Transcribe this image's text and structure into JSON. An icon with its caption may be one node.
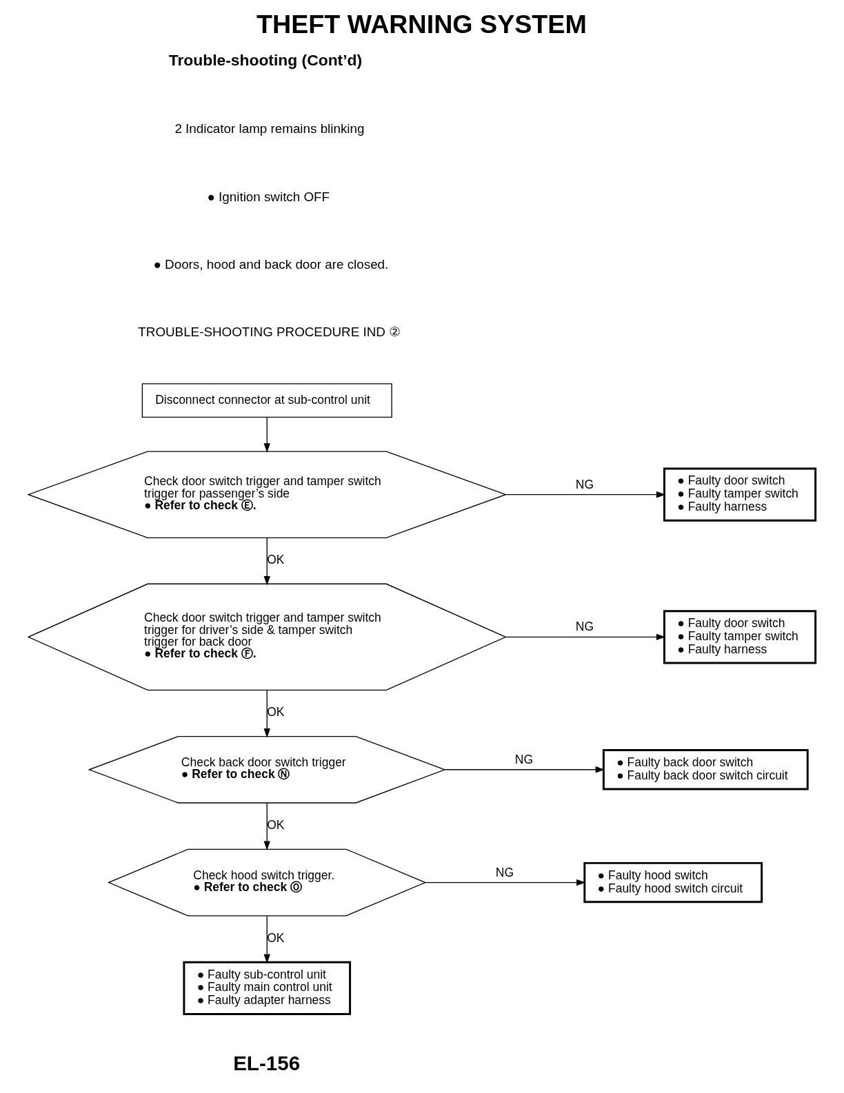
{
  "diagram": {
    "title": "THEFT WARNING SYSTEM",
    "nodes": [
      {
        "text": [
          "Disconnect connector at sub-control unit"
        ]
      },
      {
        "text": [
          "Check door switch trigger and tamper switch trigger for passenger’s side",
          "● Refer to check Ⓔ."
        ]
      },
      {
        "text": [
          "● Faulty door switch",
          "● Faulty tamper switch",
          "● Faulty harness"
        ]
      },
      {
        "text": [
          "Check door switch trigger and tamper switch trigger for driver’s side & tamper switch trigger for back door",
          "● Refer to check Ⓕ."
        ]
      },
      {
        "text": [
          "● Faulty door switch",
          "● Faulty tamper switch",
          "● Faulty harness"
        ]
      },
      {
        "text": [
          "Check back door switch trigger",
          "● Refer to check Ⓝ"
        ]
      },
      {
        "text": [
          "● Faulty back door switch",
          "● Faulty back door switch circuit"
        ]
      },
      {
        "text": [
          "Check hood switch trigger.",
          "● Refer to check Ⓞ"
        ]
      },
      {
        "text": [
          "● Faulty hood switch",
          "● Faulty hood switch circuit"
        ]
      },
      {
        "text": [
          "● Faulty sub-control unit",
          "● Faulty main control unit",
          "● Faulty adapter harness"
        ]
      }
    ],
    "edges": [
      {
        "from": 0,
        "to": 1,
        "arrow": "to"
      },
      {
        "from": 1,
        "to": 2,
        "arrow": "to",
        "label": "NG"
      },
      {
        "from": 1,
        "to": 3,
        "arrow": "to",
        "label": "OK"
      },
      {
        "from": 3,
        "to": 4,
        "arrow": "to",
        "label": "NG"
      },
      {
        "from": 3,
        "to": 5,
        "arrow": "to",
        "label": "OK"
      },
      {
        "from": 5,
        "to": 6,
        "arrow": "to",
        "label": "NG"
      },
      {
        "from": 5,
        "to": 7,
        "arrow": "to",
        "label": "OK"
      },
      {
        "from": 7,
        "to": 8,
        "arrow": "to",
        "label": "NG"
      },
      {
        "from": 7,
        "to": 9,
        "arrow": "to",
        "label": "OK"
      }
    ],
    "labels": [
      "Trouble-shooting (Cont’d)",
      "2 Indicator lamp remains blinking",
      "● Ignition switch OFF",
      "● Doors, hood and back door are closed.",
      "TROUBLE-SHOOTING PROCEDURE IND ②",
      "EL-156"
    ]
  }
}
